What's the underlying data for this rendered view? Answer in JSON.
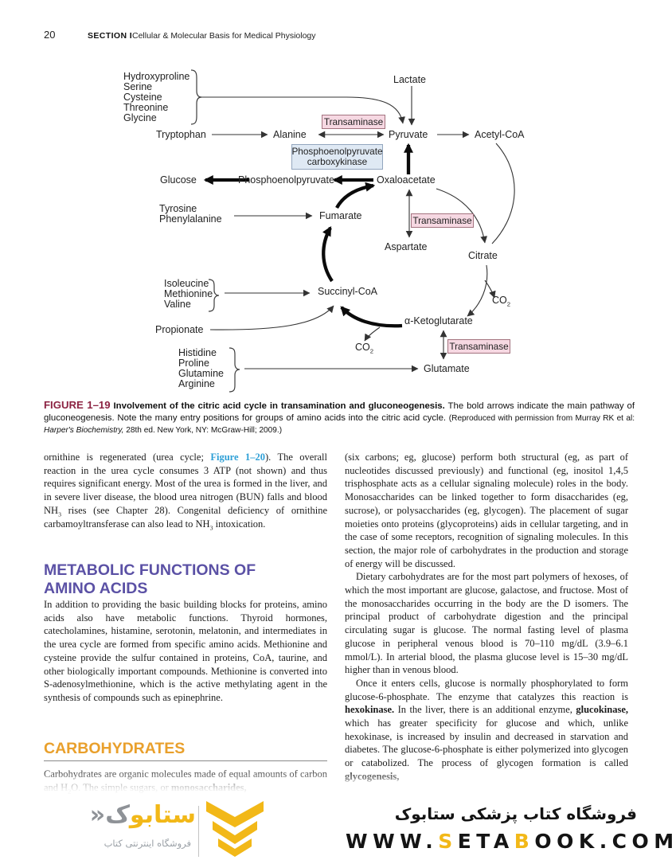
{
  "header": {
    "page_number": "20",
    "section_label": "SECTION I",
    "section_title": "Cellular & Molecular Basis for Medical Physiology"
  },
  "diagram": {
    "group1": [
      "Hydroxyproline",
      "Serine",
      "Cysteine",
      "Threonine",
      "Glycine"
    ],
    "group2": [
      "Tyrosine",
      "Phenylalanine"
    ],
    "group3": [
      "Isoleucine",
      "Methionine",
      "Valine"
    ],
    "group4": [
      "Histidine",
      "Proline",
      "Glutamine",
      "Arginine"
    ],
    "lactate": "Lactate",
    "tryptophan": "Tryptophan",
    "alanine": "Alanine",
    "pyruvate": "Pyruvate",
    "acetyl_coa": "Acetyl-CoA",
    "transaminase": "Transaminase",
    "pepck_line1": "Phosphoenolpyruvate",
    "pepck_line2": "carboxykinase",
    "glucose": "Glucose",
    "pep": "Phosphoenolpyruvate",
    "oxaloacetate": "Oxaloacetate",
    "fumarate": "Fumarate",
    "aspartate": "Aspartate",
    "citrate": "Citrate",
    "alpha_kg": "α-Ketoglutarate",
    "succinyl_coa": "Succinyl-CoA",
    "glutamate": "Glutamate",
    "propionate": "Propionate",
    "co2": [
      {
        "t": "CO"
      },
      {
        "t": "2",
        "c": "sub"
      }
    ]
  },
  "caption": {
    "segments": [
      {
        "t": "FIGURE 1–19",
        "c": "figno"
      },
      {
        "t": "  ",
        "c": "b"
      },
      {
        "t": "Involvement of the citric acid cycle in transamination and gluconeogenesis.",
        "c": "b"
      },
      {
        "t": " The bold arrows indicate the main pathway of gluconeogenesis. Note the many entry positions for groups of amino acids into the citric acid cycle. "
      },
      {
        "t": "(Reproduced with permission from Murray RK et al: ",
        "c": "sm"
      },
      {
        "t": "Harper's Biochemistry,",
        "c": "smi"
      },
      {
        "t": " 28th ed. New York, NY: McGraw-Hill; 2009.)",
        "c": "sm"
      }
    ]
  },
  "columns": {
    "left_p1": [
      {
        "t": "ornithine is regenerated (urea cycle; "
      },
      {
        "t": "Figure 1–20",
        "c": "ref"
      },
      {
        "t": "). The overall reaction in the urea cycle consumes 3 ATP (not shown) and thus requires significant energy. Most of the urea is formed in the liver, and in severe liver disease, the blood urea nitrogen (BUN) falls and blood NH"
      },
      {
        "t": "3",
        "c": "sub"
      },
      {
        "t": " rises (see Chapter 28). Congenital deficiency of ornithine carbamoyltransferase can also lead to NH"
      },
      {
        "t": "3",
        "c": "sub"
      },
      {
        "t": " intoxication."
      }
    ],
    "heading_amino": "METABOLIC FUNCTIONS OF AMINO ACIDS",
    "left_p2": "In addition to providing the basic building blocks for proteins, amino acids also have metabolic functions. Thyroid hormones, catecholamines, histamine, serotonin, melatonin, and intermediates in the urea cycle are formed from specific amino acids. Methionine and cysteine provide the sulfur contained in proteins, CoA, taurine, and other biologically important compounds. Methionine is converted into S-adenosylmethionine, which is the active methylating agent in the synthesis of compounds such as epinephrine.",
    "heading_carbs": "CARBOHYDRATES",
    "left_p3": [
      {
        "t": "Carbohydrates are organic molecules made of equal amounts of carbon and H"
      },
      {
        "t": "2",
        "c": "sub"
      },
      {
        "t": "O. The simple sugars, or "
      },
      {
        "t": "monosaccharides,",
        "c": "b"
      }
    ],
    "right_p1": "(six carbons; eg, glucose) perform both structural (eg, as part of nucleotides discussed previously) and functional (eg, inositol 1,4,5 trisphosphate acts as a cellular signaling molecule) roles in the body. Monosaccharides can be linked together to form disaccharides (eg, sucrose), or polysaccharides (eg, glycogen). The placement of sugar moieties onto proteins (glycoproteins) aids in cellular targeting, and in the case of some receptors, recognition of signaling molecules. In this section, the major role of carbohydrates in the production and storage of energy will be discussed.",
    "right_p2": "Dietary carbohydrates are for the most part polymers of hexoses, of which the most important are glucose, galactose, and fructose. Most of the monosaccharides occurring in the body are the D isomers. The principal product of carbohydrate digestion and the principal circulating sugar is glucose. The normal fasting level of plasma glucose in peripheral venous blood is 70–110 mg/dL (3.9–6.1 mmol/L). In arterial blood, the plasma glucose level is 15–30 mg/dL higher than in venous blood.",
    "right_p3": [
      {
        "t": "Once it enters cells, glucose is normally phosphorylated to form glucose-6-phosphate. The enzyme that catalyzes this reaction is "
      },
      {
        "t": "hexokinase.",
        "c": "b"
      },
      {
        "t": " In the liver, there is an additional enzyme, "
      },
      {
        "t": "glucokinase,",
        "c": "b"
      },
      {
        "t": " which has greater specificity for glucose and which, unlike hexokinase, is increased by insulin and decreased in starvation and diabetes. The glucose-6-phosphate is either polymerized into glycogen or catabolized. The process of glycogen formation is called "
      },
      {
        "t": "glycogenesis,",
        "c": "b"
      }
    ]
  },
  "footer": {
    "persian_title": "فروشگاه کتاب پزشکی ستابوک",
    "url": [
      {
        "t": "WWW."
      },
      {
        "t": "S",
        "c": "y"
      },
      {
        "t": "ETA"
      },
      {
        "t": "B",
        "c": "y"
      },
      {
        "t": "OOK.COM"
      }
    ],
    "logo_word": [
      {
        "t": "ستابو",
        "c": "y"
      },
      {
        "t": "ک",
        "c": "gy"
      },
      {
        "t": "«",
        "c": "gy"
      }
    ],
    "logo_tagline": "فروشگاه اینترنتی کتاب"
  },
  "colors": {
    "heading_purple": "#5B51A5",
    "heading_orange": "#E9A02C",
    "figure_label_maroon": "#8C2342",
    "reference_blue": "#2E9FD6",
    "enzyme_box_pink": "#F6D8E2",
    "enzyme_box_blue": "#DFE9F4",
    "brand_yellow": "#F2B818"
  }
}
